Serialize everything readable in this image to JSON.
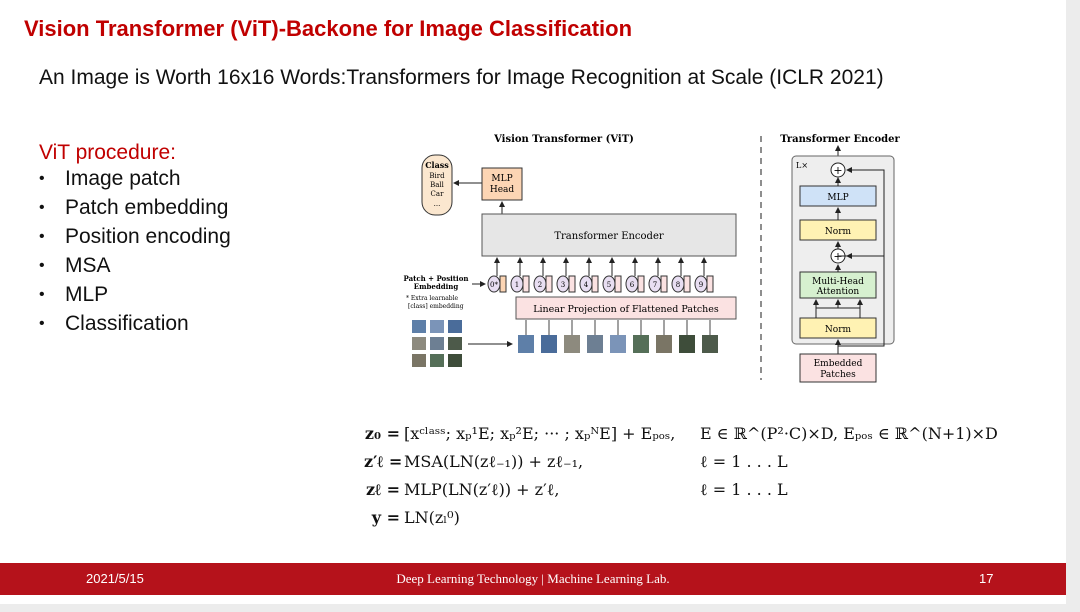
{
  "slide": {
    "title": "Vision Transformer (ViT)-Backone for Image Classification",
    "paper_title": "An Image is Worth 16x16 Words:Transformers for Image Recognition at Scale (ICLR 2021)",
    "procedure_heading": "ViT procedure:",
    "procedure_items": [
      "Image patch",
      "Patch embedding",
      "Position encoding",
      "MSA",
      "MLP",
      "Classification"
    ]
  },
  "figure": {
    "vit_title": "Vision Transformer (ViT)",
    "encoder_title": "Transformer Encoder",
    "class_label": "Class",
    "class_items": [
      "Bird",
      "Ball",
      "Car",
      "..."
    ],
    "mlp_head_line1": "MLP",
    "mlp_head_line2": "Head",
    "transformer_encoder": "Transformer Encoder",
    "patch_pos_line1": "Patch + Position",
    "patch_pos_line2": "Embedding",
    "extra_learnable_line1": "* Extra learnable",
    "extra_learnable_line2": "[class] embedding",
    "linear_projection": "Linear Projection of Flattened Patches",
    "tokens": [
      "0*",
      "1",
      "2",
      "3",
      "4",
      "5",
      "6",
      "7",
      "8",
      "9"
    ],
    "enc_lx": "L×",
    "enc_mlp": "MLP",
    "enc_norm": "Norm",
    "enc_mha_line1": "Multi-Head",
    "enc_mha_line2": "Attention",
    "enc_embedded_line1": "Embedded",
    "enc_embedded_line2": "Patches",
    "plus": "+"
  },
  "equations": [
    {
      "lhs": "z₀ =",
      "rhs": "[xᶜˡᵃˢˢ; xₚ¹E; xₚ²E; ··· ; xₚᴺE] + Eₚₒₛ,",
      "cond": "E ∈ ℝ^(P²·C)×D, Eₚₒₛ ∈ ℝ^(N+1)×D"
    },
    {
      "lhs": "z′ℓ =",
      "rhs": "MSA(LN(zℓ₋₁)) + zℓ₋₁,",
      "cond": "ℓ = 1 . . . L"
    },
    {
      "lhs": "zℓ =",
      "rhs": "MLP(LN(z′ℓ)) + z′ℓ,",
      "cond": "ℓ = 1 . . . L"
    },
    {
      "lhs": "y =",
      "rhs": "LN(zₗ⁰)",
      "cond": ""
    }
  ],
  "footer": {
    "date": "2021/5/15",
    "center": "Deep Learning Technology | Machine Learning Lab.",
    "page": "17"
  },
  "colors": {
    "accent": "#c00000",
    "footer_bg": "#b5121b",
    "mlp_head_fill": "#fcd5b4",
    "encoder_fill": "#e6e6e6",
    "projection_fill": "#fbe2e2",
    "enc_mlp_fill": "#cfe2f7",
    "enc_norm_fill": "#fff2b3",
    "enc_mha_fill": "#d6f0cf",
    "enc_embedded_fill": "#fbe2e2"
  }
}
